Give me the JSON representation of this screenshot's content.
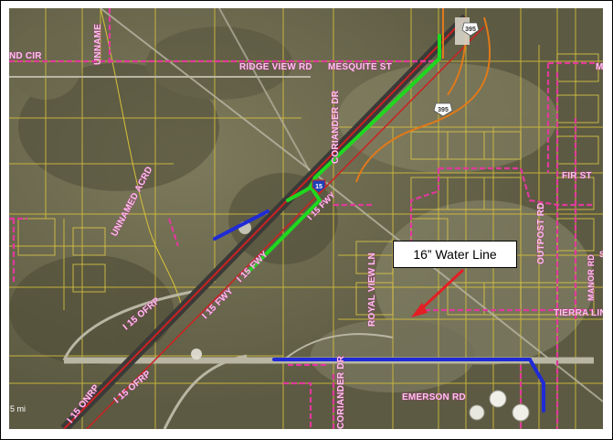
{
  "colors": {
    "terrain": "#6f6b4e",
    "parcel_line": "#d8c23a",
    "road_label": "#c02a92",
    "highway": "#cc2222",
    "water_line_existing": "#1f2bd6",
    "water_line_proposed": "#1ed81e",
    "street_centerline": "#e07a1a"
  },
  "labels": {
    "callout": "16” Water Line",
    "ridge_view_rd": "RIDGE VIEW RD",
    "mesquite_st": "MESQUITE ST",
    "coriander_dr_north": "CORIANDER DR",
    "coriander_dr_south": "CORIANDER DR",
    "unnamed_acrd": "UNNAMED ACRD",
    "unnamed_top": "UNNAME",
    "nd_cir": "ND CIR",
    "fir_st": "FIR ST",
    "outpost_rd": "OUTPOST RD",
    "royal_view_ln": "ROYAL VIEW LN",
    "tierra_lin": "TIERRA LIN",
    "emerson_rd": "EMERSON RD",
    "manor_rd": "MANOR RD",
    "i15_fwy_a": "I 15 FWY",
    "i15_fwy_b": "I 15 FWY",
    "i15_ofrp_a": "I 15 OFRP",
    "i15_ofrp_b": "I 15 OFRP",
    "i15_onrp": "I 15 ONRP",
    "i15_fwy_ramp": "I 15 FWY",
    "mc_edge": "MC",
    "sl_edge": "SL",
    "scale_unit": "5 mi"
  },
  "shields": {
    "route_395_top": "395",
    "route_395_mid": "395",
    "interstate_15": "15"
  },
  "icons": {
    "interstate_shield": "interstate-shield-icon",
    "route_shield": "us-route-shield-icon",
    "callout_arrow": "arrow-icon"
  }
}
